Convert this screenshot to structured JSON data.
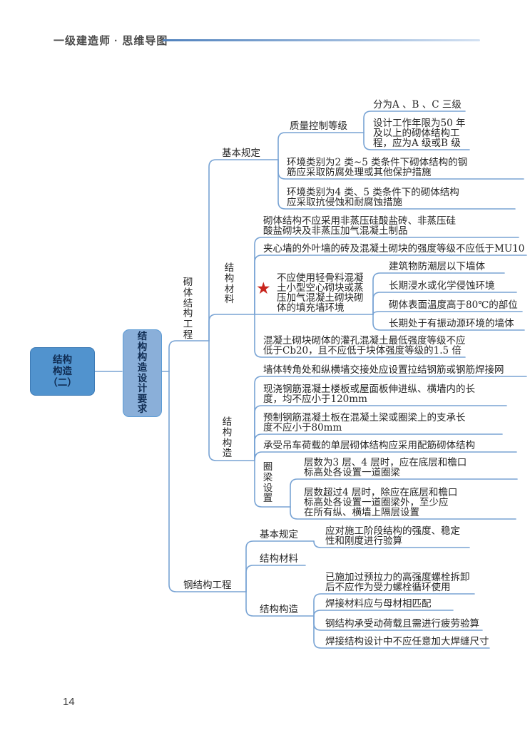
{
  "header": {
    "brand": "一级建造师 · 思维导图"
  },
  "footer": {
    "page_number": "14"
  },
  "colors": {
    "connector": "#78a3d4",
    "root_fill": "#5193ce",
    "branch_fill": "#8aafd9",
    "star": "#c8251d",
    "header_line_start": "#4f81bd",
    "header_line_end": "#d3e1f2"
  },
  "icons": {
    "star": "★"
  },
  "mindmap": {
    "root_label": "结构\n构造\n（二）",
    "design_requirements_label": "结构构造设计要求",
    "masonry": {
      "label": "砌体结构工程",
      "basic_rules": {
        "label": "基本规定",
        "quality_control": {
          "label": "质量控制等级",
          "grades": "分为A 、B 、C 三级",
          "design_life": "设计工作年限为50 年\n及以上的砌体结构工\n程，应为A 级或B 级"
        },
        "env_class_2_5": "环境类别为2 类~5 类条件下砌体结构的钢\n筋应采取防腐处理或其他保护措施",
        "env_class_4_5": "环境类别为4 类、5 类条件下的砌体结构\n应采取抗侵蚀和耐腐蚀措施"
      },
      "materials": {
        "label": "结构材料",
        "no_non_autoclaved": "砌体结构不应采用非蒸压硅酸盐砖、非蒸压硅\n酸盐砌块及非蒸压加气混凝土制品",
        "cavity_wall_strength": "夹心墙的外叶墙的砖及混凝土砌块的强度等级不应低于MU10",
        "starred_restriction": {
          "label": "不应使用轻骨料混凝\n土小型空心砌块或蒸\n压加气混凝土砌块砌\n体的填充墙环境",
          "cases": [
            "建筑物防潮层以下墙体",
            "长期浸水或化学侵蚀环境",
            "砌体表面温度高于80℃的部位",
            "长期处于有振动源环境的墙体"
          ]
        },
        "grout_strength": "混凝土砌块砌体的灌孔混凝土最低强度等级不应\n低于Cb20，且不应低于块体强度等级的1.5 倍"
      },
      "construction": {
        "label": "结构构造",
        "tie_reinforcement": "墙体转角处和纵横墙交接处应设置拉结钢筋或钢筋焊接网",
        "cast_in_place_slab": "现浇钢筋混凝土楼板或屋面板伸进纵、横墙内的长\n度，均不应小于120mm",
        "precast_slab": "预制钢筋混凝土板在混凝土梁或圈梁上的支承长\n度不应小于80mm",
        "crane_load": "承受吊车荷载的单层砌体结构应采用配筋砌体结构",
        "ring_beam": {
          "label": "圈梁设置",
          "three_four_storeys": "层数为3 层、4 层时，应在底层和檐口\n标高处各设置一道圈梁",
          "over_four_storeys": "层数超过4 层时，除应在底层和檐口\n标高处各设置一道圈梁外，至少应\n在所有纵、横墙上隔层设置"
        }
      }
    },
    "steel": {
      "label": "钢结构工程",
      "basic_rules": {
        "label": "基本规定",
        "verification": "应对施工阶段结构的强度、稳定\n性和刚度进行验算"
      },
      "materials": {
        "label": "结构材料"
      },
      "construction": {
        "label": "结构构造",
        "bolt_reuse": "已施加过预拉力的高强度螺栓拆卸\n后不应作为受力螺栓循环使用",
        "weld_material_match": "焊接材料应与母材相匹配",
        "fatigue_check": "钢结构承受动荷载且需进行疲劳验算",
        "weld_size": "焊接结构设计中不应任意加大焊缝尺寸"
      }
    }
  }
}
